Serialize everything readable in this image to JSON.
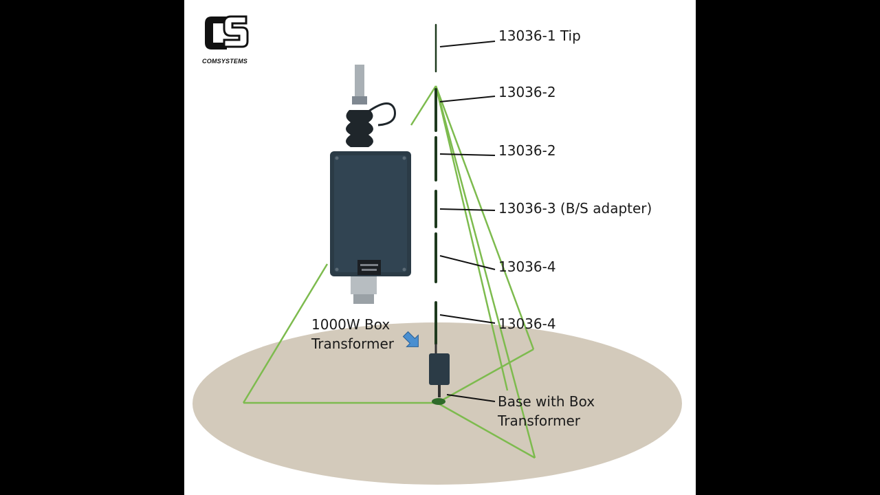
{
  "logo": {
    "text": "COMSYSTEMS"
  },
  "parts": [
    {
      "id": "tip",
      "label": "13036-1 Tip"
    },
    {
      "id": "seg2a",
      "label": "13036-2"
    },
    {
      "id": "seg2b",
      "label": "13036-2"
    },
    {
      "id": "seg3",
      "label": "13036-3 (B/S adapter)"
    },
    {
      "id": "seg4a",
      "label": "13036-4"
    },
    {
      "id": "seg4b",
      "label": "13036-4"
    }
  ],
  "callouts": {
    "box_transformer_line1": "1000W Box",
    "box_transformer_line2": "Transformer",
    "base_line1": "Base with Box",
    "base_line2": "Transformer"
  },
  "colors": {
    "ground": "#d3cabb",
    "radial": "#7dbb4e",
    "mast": "#1e3a1e",
    "box": "#2b3b46",
    "arrow": "#4a8fd0"
  }
}
